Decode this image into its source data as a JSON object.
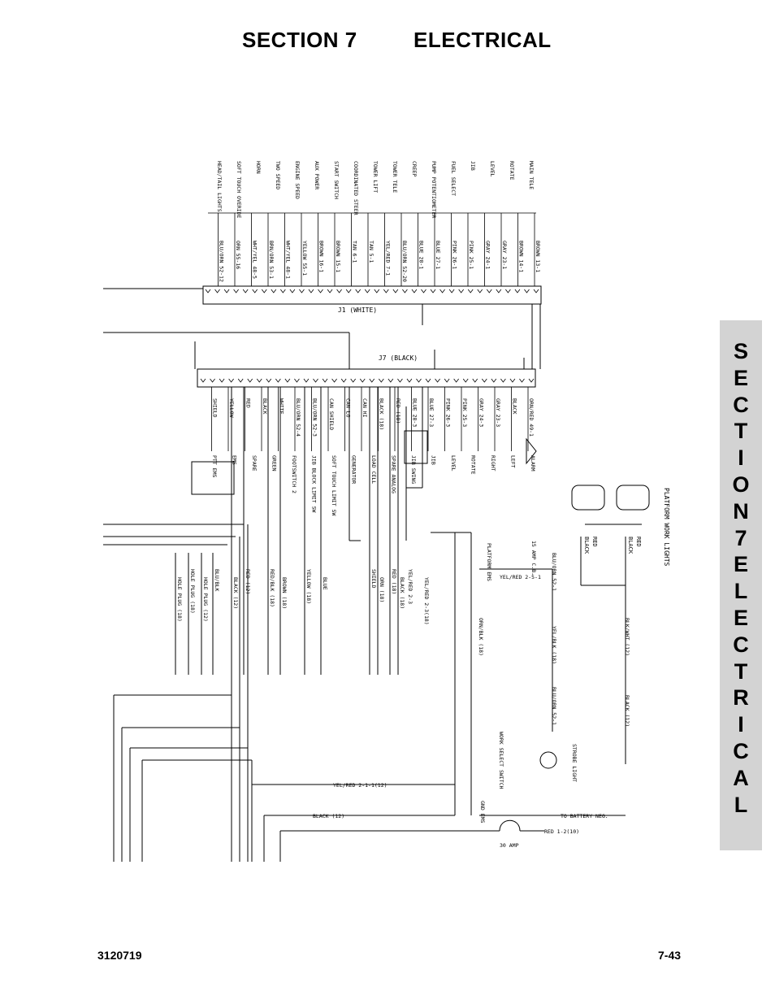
{
  "header": {
    "section": "SECTION 7",
    "title": "ELECTRICAL"
  },
  "side_tab": {
    "letters": [
      "S",
      "E",
      "C",
      "T",
      "I",
      "O",
      "N",
      "7",
      "E",
      "L",
      "E",
      "C",
      "T",
      "R",
      "I",
      "C",
      "A",
      "L"
    ]
  },
  "footer": {
    "doc_number": "3120719",
    "page_number": "7-43"
  },
  "schematic": {
    "connector_j1_label": "J1 (WHITE)",
    "connector_j7_label": "J7 (BLACK)",
    "j1_functions": [
      "MAIN TELE",
      "ROTATE",
      "LEVEL",
      "JIB",
      "FUEL SELECT",
      "PUMP POTENTIOMETER",
      "CREEP",
      "TOWER TELE",
      "TOWER LIFT",
      "COORDINATED STEER",
      "START SWITCH",
      "AUX POWER",
      "ENGINE SPEED",
      "TWO SPEED",
      "HORN",
      "SOFT TOUCH OVERIDE",
      "HEAD/TAIL LIGHTS"
    ],
    "j1_wires": [
      "BROWN 13-1",
      "BROWN 14-1",
      "GRAY 23-1",
      "GRAY 24-1",
      "PINK 25-1",
      "PINK 26-1",
      "BLUE 27-1",
      "BLUE 28-1",
      "BLU/ORN 52-20",
      "YEL/RED 7-1",
      "TAN 5-1",
      "TAN 6-1",
      "BROWN 15-1",
      "BROWN 16-1",
      "YELLOW 55-1",
      "WHT/YEL 48-1",
      "BRN/ORN 53-1",
      "WHT/YEL 48-5",
      "ORN 55-16",
      "BLU/ORN 52-12"
    ],
    "j7_wires": [
      "ORN/RED 49-1",
      "BLACK",
      "GRAY 23-3",
      "GRAY 24-3",
      "PINK 25-3",
      "PINK 26-3",
      "BLUE 27-3",
      "BLUE 28-3",
      "RED (18)",
      "BLACK (18)",
      "CAN HI",
      "CAN LO",
      "CAN SHIELD",
      "BLU/ORN 52-3",
      "BLU/ORN 52-4",
      "WHITE",
      "BLACK",
      "RED",
      "YELLOW",
      "SHIELD"
    ],
    "j7_devices": [
      "ALARM",
      "LEFT",
      "RIGHT",
      "ROTATE",
      "LEVEL",
      "JIB",
      "JIB SWING",
      "SPARE ANALOG",
      "LOAD CELL",
      "GENERATOR",
      "SOFT TOUCH LIMIT SW",
      "JIB BLOCK LIMIT SW",
      "FOOTSWITCH 2",
      "GREEN",
      "SPARE",
      "EMS",
      "PTT EMS"
    ],
    "harness_wires": [
      "BLU/BLK",
      "BLACK (12)",
      "RED (12)",
      "HOLE PLUG (12)",
      "HOLE PLUG (18)",
      "HOLE PLUG (18)",
      "RED/BLK (18)",
      "BROWN (18)",
      "YELLOW (18)",
      "BLUE",
      "SHIELD",
      "ORN (18)",
      "RED (18)",
      "BLACK (18)",
      "YEL/RED 2-3",
      "YEL/RED 2-3(18)"
    ],
    "power_labels": [
      "YEL/RED 2-1-1(12)",
      "BLACK (12)",
      "TO BATTERY NEG.",
      "RED 1-2(10)",
      "30 AMP",
      "15 AMP C.B.",
      "YEL/RED 2-5-1",
      "BLU/ORN 52-1",
      "ORN/BLK (18)",
      "YEL/BLK (18)",
      "BLU/ORN 52-1",
      "BLK/WHT (12)",
      "BLACK (12)",
      "PLATFORM EMS",
      "WORK SELECT SWITCH",
      "GND EMS",
      "STROBE LIGHT"
    ],
    "lights_label": "PLATFORM WORK LIGHTS",
    "light_wires": [
      "RED",
      "BLACK",
      "RED",
      "BLACK"
    ]
  }
}
